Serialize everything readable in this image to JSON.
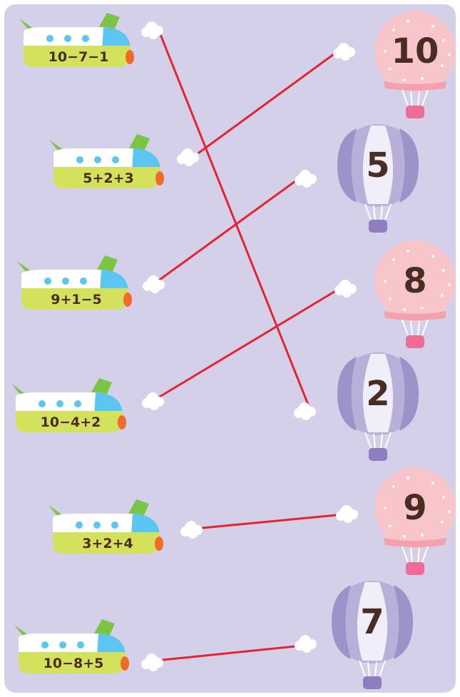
{
  "planes": [
    {
      "expression": "10−7−1"
    },
    {
      "expression": "5+2+3"
    },
    {
      "expression": "9+1−5"
    },
    {
      "expression": "10−4+2"
    },
    {
      "expression": "3+2+4"
    },
    {
      "expression": "10−8+5"
    }
  ],
  "balloons": [
    {
      "number": "10",
      "style": "pink"
    },
    {
      "number": "5",
      "style": "purple"
    },
    {
      "number": "8",
      "style": "pink"
    },
    {
      "number": "2",
      "style": "purple"
    },
    {
      "number": "9",
      "style": "pink"
    },
    {
      "number": "7",
      "style": "purple"
    }
  ],
  "connections": [
    {
      "plane": 0,
      "balloon": 3
    },
    {
      "plane": 1,
      "balloon": 0
    },
    {
      "plane": 2,
      "balloon": 1
    },
    {
      "plane": 3,
      "balloon": 2
    },
    {
      "plane": 4,
      "balloon": 4
    },
    {
      "plane": 5,
      "balloon": 5
    }
  ],
  "colors": {
    "background": "#d4d0ea",
    "line": "#e5242f",
    "plane_body": "#ffffff",
    "plane_band": "#d3e15c",
    "plane_tail": "#7cc444",
    "plane_window": "#5bc6f2",
    "plane_nose": "#f26a2a",
    "balloon_pink": "#f8c5cb",
    "balloon_purple": "#b8b0d8",
    "basket_pink": "#ee6d97",
    "basket_purple": "#8e7dbf",
    "digit": "#4a2d22"
  }
}
